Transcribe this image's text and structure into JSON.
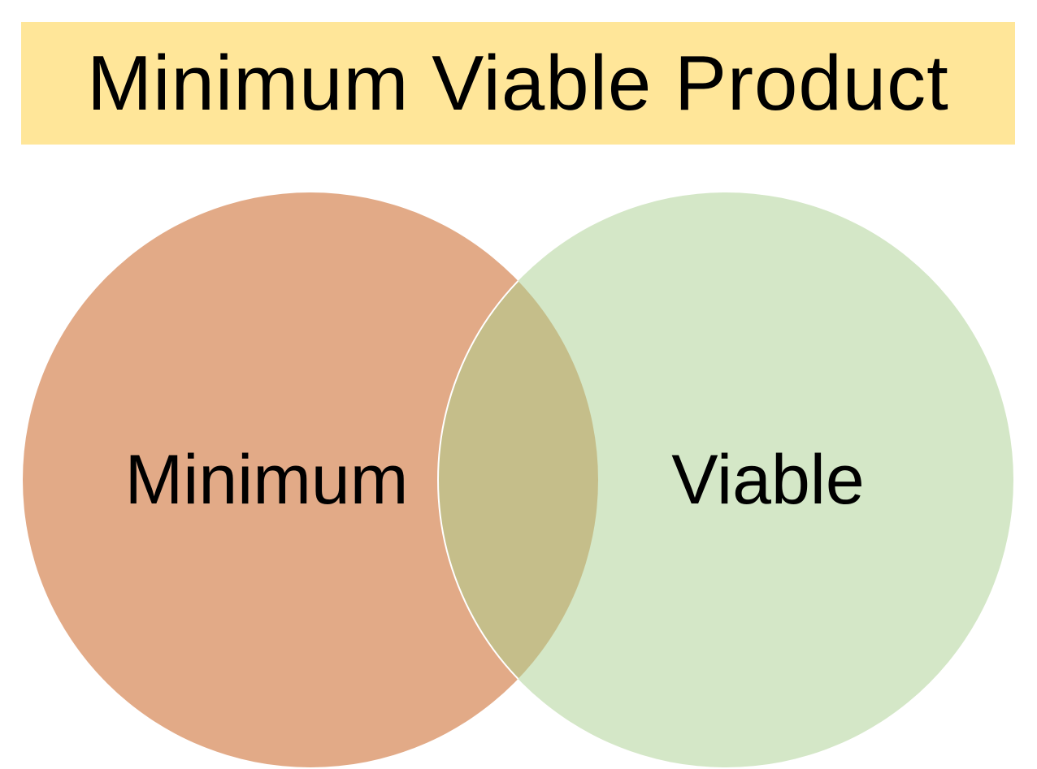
{
  "title": {
    "text": "Minimum Viable Product",
    "background": "#FFE699"
  },
  "venn": {
    "left": {
      "label": "Minimum",
      "color": "#E2AA87"
    },
    "right": {
      "label": "Viable",
      "color": "#D4E7C7"
    },
    "overlap_color": "#C5BE8A",
    "outline_color": "#FFFFFF"
  }
}
